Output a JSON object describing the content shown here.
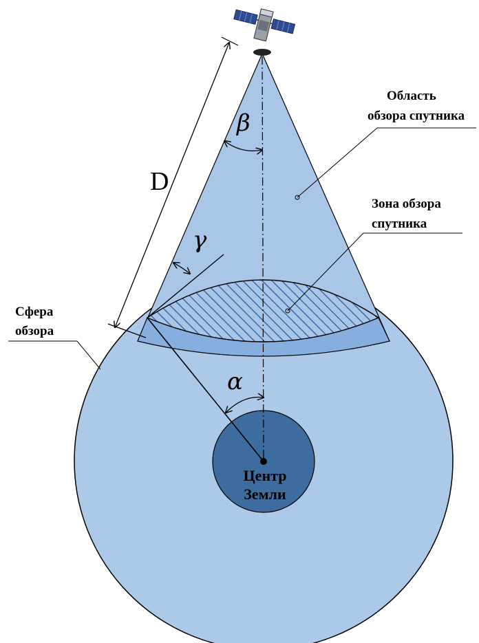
{
  "labels": {
    "view_region": [
      "Область",
      "обзора спутника"
    ],
    "view_zone": [
      "Зона обзора",
      "спутника"
    ],
    "view_sphere": [
      "Сфера",
      "обзора"
    ],
    "earth_center": [
      "Центр",
      "Земли"
    ],
    "distance": "D",
    "beta": "β",
    "gamma": "γ",
    "alpha": "α"
  },
  "colors": {
    "sphere_fill": "#adc9e8",
    "cone_fill": "#a9c6e6",
    "band_fill": "#86afe0",
    "zone_hatch": "#3a6aa8",
    "earth_fill": "#3d6d9f",
    "line": "#000000"
  },
  "icons": {
    "satellite": "satellite-icon"
  }
}
